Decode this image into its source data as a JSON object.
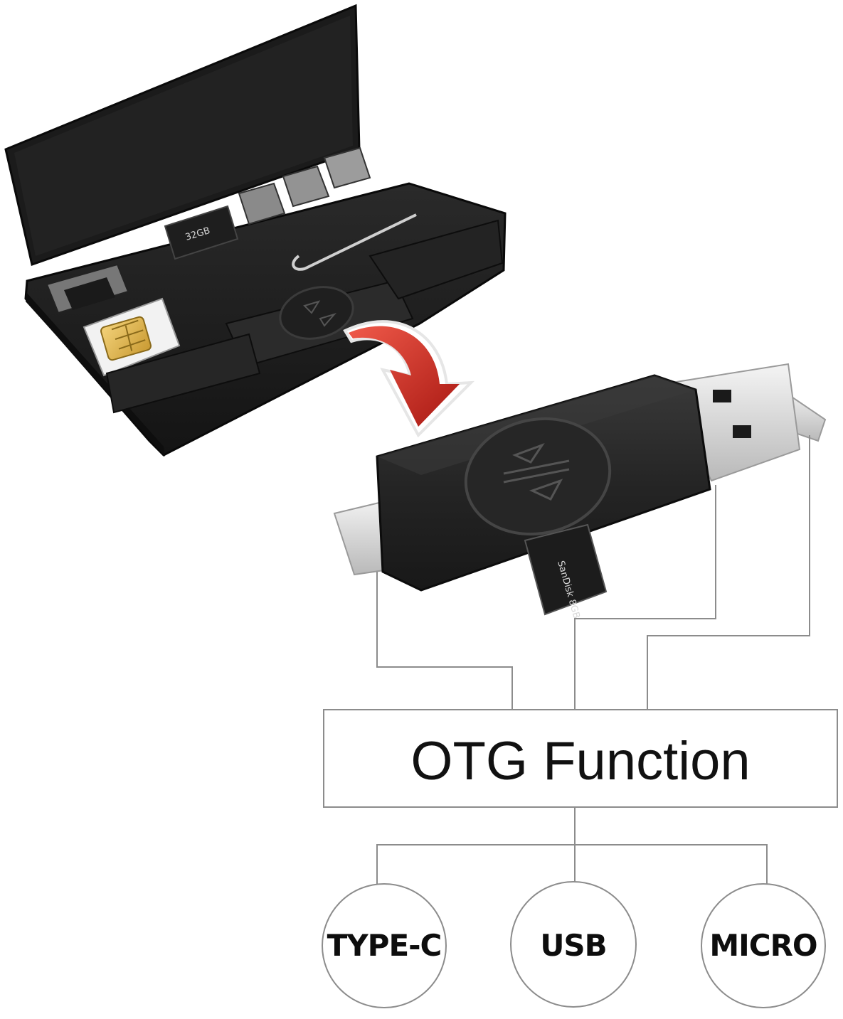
{
  "diagram": {
    "function_label": "OTG Function",
    "ports": [
      {
        "id": "type-c",
        "label": "TYPE-C"
      },
      {
        "id": "usb",
        "label": "USB"
      },
      {
        "id": "micro",
        "label": "MICRO"
      }
    ],
    "case_card_text": "32GB",
    "adapter_card_text": "SanDisk 8GB"
  }
}
